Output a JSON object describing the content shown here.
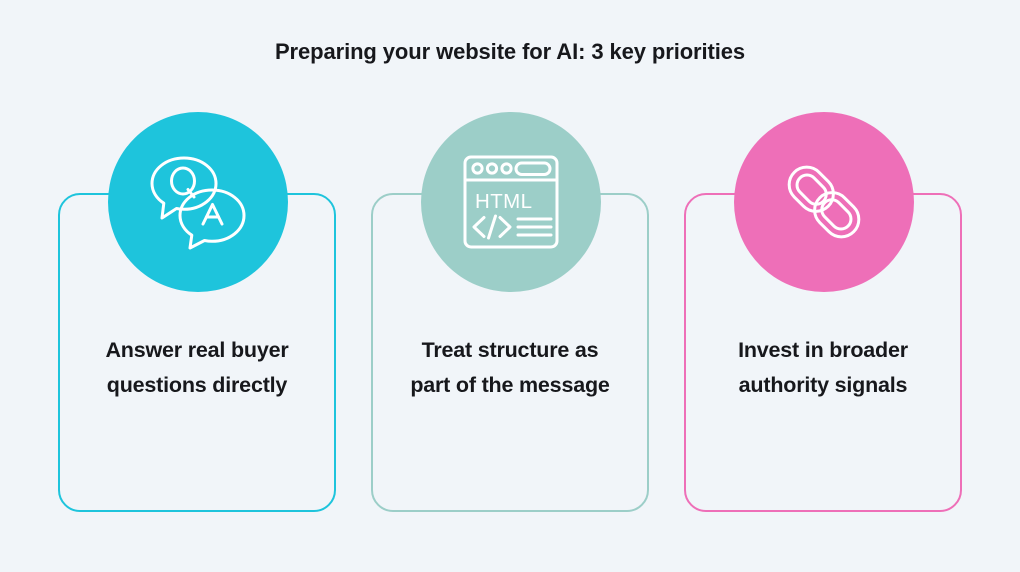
{
  "page": {
    "title": "Preparing your website for AI: 3 key priorities",
    "background_color": "#f1f5f9",
    "text_color": "#17181c"
  },
  "cards": [
    {
      "id": "answer-buyer-questions",
      "text": "Answer real buyer\nquestions directly",
      "accent_color": "#1ec4dc",
      "icon": "qa-speech-bubbles-icon",
      "icon_label": "Q&A speech bubbles"
    },
    {
      "id": "treat-structure-as-message",
      "text": "Treat structure as\npart of the message",
      "accent_color": "#9ccec8",
      "icon": "html-browser-window-icon",
      "icon_label": "HTML browser window",
      "icon_text": "HTML",
      "icon_code_glyph": "</>"
    },
    {
      "id": "invest-authority-signals",
      "text": "Invest in broader\nauthority signals",
      "accent_color": "#ee6fb8",
      "icon": "chain-link-icon",
      "icon_label": "Chain link"
    }
  ]
}
